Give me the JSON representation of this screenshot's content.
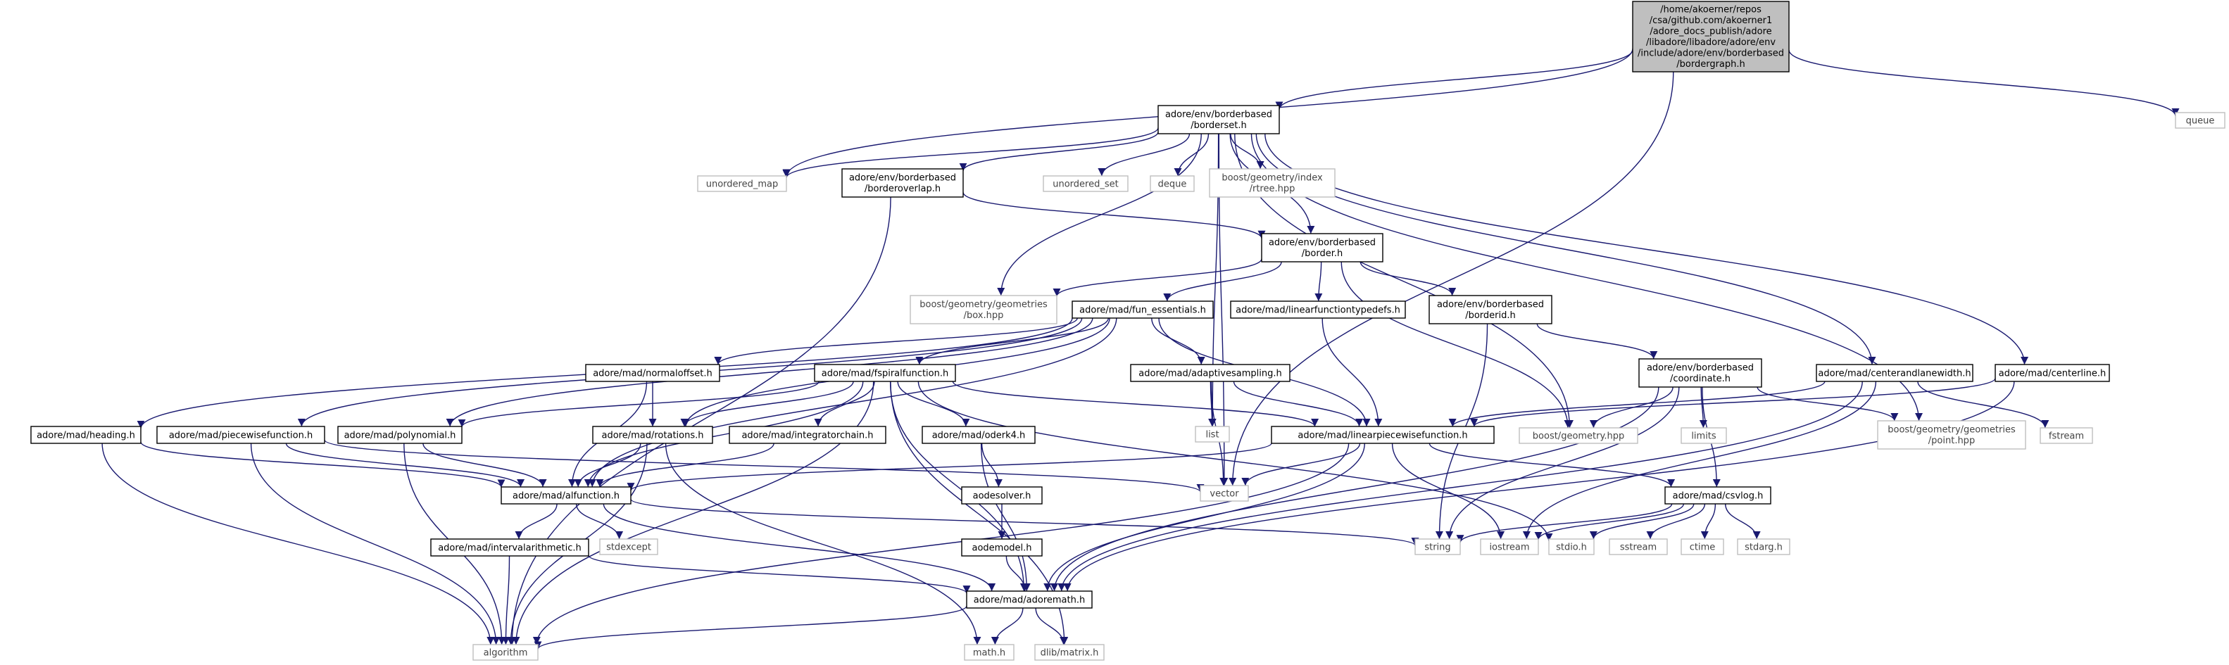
{
  "colors": {
    "edge": "#191970",
    "local_border": "#000000",
    "external_border": "#bfbfbf",
    "external_text": "#444444",
    "root_fill": "#bfbfbf",
    "node_fill": "#ffffff"
  },
  "nodes": [
    {
      "id": "root",
      "kind": "root",
      "lines": [
        "/home/akoerner/repos",
        "/csa/github.com/akoerner1",
        "/adore_docs_publish/adore",
        "/libadore/libadore/adore/env",
        "/include/adore/env/borderbased",
        "/bordergraph.h"
      ]
    },
    {
      "id": "borderset",
      "kind": "local",
      "lines": [
        "adore/env/borderbased",
        "/borderset.h"
      ]
    },
    {
      "id": "queue",
      "kind": "external",
      "lines": [
        "queue"
      ]
    },
    {
      "id": "unordered_map",
      "kind": "external",
      "lines": [
        "unordered_map"
      ]
    },
    {
      "id": "borderoverlap",
      "kind": "local",
      "lines": [
        "adore/env/borderbased",
        "/borderoverlap.h"
      ]
    },
    {
      "id": "unordered_set",
      "kind": "external",
      "lines": [
        "unordered_set"
      ]
    },
    {
      "id": "deque",
      "kind": "external",
      "lines": [
        "deque"
      ]
    },
    {
      "id": "rtree",
      "kind": "external",
      "lines": [
        "boost/geometry/index",
        "/rtree.hpp"
      ]
    },
    {
      "id": "border",
      "kind": "local",
      "lines": [
        "adore/env/borderbased",
        "/border.h"
      ]
    },
    {
      "id": "box",
      "kind": "external",
      "lines": [
        "boost/geometry/geometries",
        "/box.hpp"
      ]
    },
    {
      "id": "fun_essentials",
      "kind": "local",
      "lines": [
        "adore/mad/fun_essentials.h"
      ]
    },
    {
      "id": "lftypedefs",
      "kind": "local",
      "lines": [
        "adore/mad/linearfunctiontypedefs.h"
      ]
    },
    {
      "id": "borderid",
      "kind": "local",
      "lines": [
        "adore/env/borderbased",
        "/borderid.h"
      ]
    },
    {
      "id": "coordinate",
      "kind": "local",
      "lines": [
        "adore/env/borderbased",
        "/coordinate.h"
      ]
    },
    {
      "id": "centerandlanewidth",
      "kind": "local",
      "lines": [
        "adore/mad/centerandlanewidth.h"
      ]
    },
    {
      "id": "centerline",
      "kind": "local",
      "lines": [
        "adore/mad/centerline.h"
      ]
    },
    {
      "id": "normaloffset",
      "kind": "local",
      "lines": [
        "adore/mad/normaloffset.h"
      ]
    },
    {
      "id": "fspiral",
      "kind": "local",
      "lines": [
        "adore/mad/fspiralfunction.h"
      ]
    },
    {
      "id": "adaptive",
      "kind": "local",
      "lines": [
        "adore/mad/adaptivesampling.h"
      ]
    },
    {
      "id": "heading",
      "kind": "local",
      "lines": [
        "adore/mad/heading.h"
      ]
    },
    {
      "id": "piecewise",
      "kind": "local",
      "lines": [
        "adore/mad/piecewisefunction.h"
      ]
    },
    {
      "id": "polynomial",
      "kind": "local",
      "lines": [
        "adore/mad/polynomial.h"
      ]
    },
    {
      "id": "rotations",
      "kind": "local",
      "lines": [
        "adore/mad/rotations.h"
      ]
    },
    {
      "id": "integratorchain",
      "kind": "local",
      "lines": [
        "adore/mad/integratorchain.h"
      ]
    },
    {
      "id": "oderk4",
      "kind": "local",
      "lines": [
        "adore/mad/oderk4.h"
      ]
    },
    {
      "id": "list",
      "kind": "external",
      "lines": [
        "list"
      ]
    },
    {
      "id": "linpiece",
      "kind": "local",
      "lines": [
        "adore/mad/linearpiecewisefunction.h"
      ]
    },
    {
      "id": "boostgeom",
      "kind": "external",
      "lines": [
        "boost/geometry.hpp"
      ]
    },
    {
      "id": "limits",
      "kind": "external",
      "lines": [
        "limits"
      ]
    },
    {
      "id": "point",
      "kind": "external",
      "lines": [
        "boost/geometry/geometries",
        "/point.hpp"
      ]
    },
    {
      "id": "fstream",
      "kind": "external",
      "lines": [
        "fstream"
      ]
    },
    {
      "id": "alfunction",
      "kind": "local",
      "lines": [
        "adore/mad/alfunction.h"
      ]
    },
    {
      "id": "vector",
      "kind": "external",
      "lines": [
        "vector"
      ]
    },
    {
      "id": "csvlog",
      "kind": "local",
      "lines": [
        "adore/mad/csvlog.h"
      ]
    },
    {
      "id": "aodesolver",
      "kind": "local",
      "lines": [
        "aodesolver.h"
      ]
    },
    {
      "id": "intervalarith",
      "kind": "local",
      "lines": [
        "adore/mad/intervalarithmetic.h"
      ]
    },
    {
      "id": "stdexcept",
      "kind": "external",
      "lines": [
        "stdexcept"
      ]
    },
    {
      "id": "string",
      "kind": "external",
      "lines": [
        "string"
      ]
    },
    {
      "id": "iostream",
      "kind": "external",
      "lines": [
        "iostream"
      ]
    },
    {
      "id": "stdio",
      "kind": "external",
      "lines": [
        "stdio.h"
      ]
    },
    {
      "id": "sstream",
      "kind": "external",
      "lines": [
        "sstream"
      ]
    },
    {
      "id": "ctime",
      "kind": "external",
      "lines": [
        "ctime"
      ]
    },
    {
      "id": "stdarg",
      "kind": "external",
      "lines": [
        "stdarg.h"
      ]
    },
    {
      "id": "aodemodel",
      "kind": "local",
      "lines": [
        "aodemodel.h"
      ]
    },
    {
      "id": "adoremath",
      "kind": "local",
      "lines": [
        "adore/mad/adoremath.h"
      ]
    },
    {
      "id": "algorithm",
      "kind": "external",
      "lines": [
        "algorithm"
      ]
    },
    {
      "id": "mathh",
      "kind": "external",
      "lines": [
        "math.h"
      ]
    },
    {
      "id": "dlibmatrix",
      "kind": "external",
      "lines": [
        "dlib/matrix.h"
      ]
    }
  ],
  "edges": [
    [
      "root",
      "borderset"
    ],
    [
      "root",
      "queue"
    ],
    [
      "root",
      "unordered_map"
    ],
    [
      "root",
      "vector"
    ],
    [
      "borderset",
      "unordered_map"
    ],
    [
      "borderset",
      "borderoverlap"
    ],
    [
      "borderset",
      "unordered_set"
    ],
    [
      "borderset",
      "deque"
    ],
    [
      "borderset",
      "rtree"
    ],
    [
      "borderset",
      "border"
    ],
    [
      "borderset",
      "box"
    ],
    [
      "borderset",
      "list"
    ],
    [
      "borderset",
      "vector"
    ],
    [
      "borderset",
      "boostgeom"
    ],
    [
      "borderset",
      "centerandlanewidth"
    ],
    [
      "borderset",
      "centerline"
    ],
    [
      "borderset",
      "point"
    ],
    [
      "borderoverlap",
      "border"
    ],
    [
      "borderoverlap",
      "algorithm"
    ],
    [
      "border",
      "box"
    ],
    [
      "border",
      "fun_essentials"
    ],
    [
      "border",
      "lftypedefs"
    ],
    [
      "border",
      "borderid"
    ],
    [
      "border",
      "boostgeom"
    ],
    [
      "fun_essentials",
      "normaloffset"
    ],
    [
      "fun_essentials",
      "fspiral"
    ],
    [
      "fun_essentials",
      "adaptive"
    ],
    [
      "fun_essentials",
      "heading"
    ],
    [
      "fun_essentials",
      "piecewise"
    ],
    [
      "fun_essentials",
      "polynomial"
    ],
    [
      "fun_essentials",
      "rotations"
    ],
    [
      "fun_essentials",
      "alfunction"
    ],
    [
      "fun_essentials",
      "linpiece"
    ],
    [
      "lftypedefs",
      "linpiece"
    ],
    [
      "borderid",
      "coordinate"
    ],
    [
      "borderid",
      "string"
    ],
    [
      "coordinate",
      "boostgeom"
    ],
    [
      "coordinate",
      "limits"
    ],
    [
      "coordinate",
      "csvlog"
    ],
    [
      "coordinate",
      "string"
    ],
    [
      "coordinate",
      "adoremath"
    ],
    [
      "coordinate",
      "point"
    ],
    [
      "centerandlanewidth",
      "linpiece"
    ],
    [
      "centerandlanewidth",
      "fstream"
    ],
    [
      "centerandlanewidth",
      "iostream"
    ],
    [
      "centerandlanewidth",
      "adoremath"
    ],
    [
      "centerline",
      "linpiece"
    ],
    [
      "centerline",
      "adoremath"
    ],
    [
      "normaloffset",
      "rotations"
    ],
    [
      "normaloffset",
      "alfunction"
    ],
    [
      "fspiral",
      "polynomial"
    ],
    [
      "fspiral",
      "rotations"
    ],
    [
      "fspiral",
      "integratorchain"
    ],
    [
      "fspiral",
      "oderk4"
    ],
    [
      "fspiral",
      "linpiece"
    ],
    [
      "fspiral",
      "alfunction"
    ],
    [
      "fspiral",
      "algorithm"
    ],
    [
      "fspiral",
      "adoremath"
    ],
    [
      "fspiral",
      "dlibmatrix"
    ],
    [
      "fspiral",
      "stdio"
    ],
    [
      "adaptive",
      "list"
    ],
    [
      "adaptive",
      "vector"
    ],
    [
      "adaptive",
      "linpiece"
    ],
    [
      "heading",
      "alfunction"
    ],
    [
      "heading",
      "algorithm"
    ],
    [
      "piecewise",
      "alfunction"
    ],
    [
      "piecewise",
      "vector"
    ],
    [
      "piecewise",
      "algorithm"
    ],
    [
      "polynomial",
      "alfunction"
    ],
    [
      "polynomial",
      "algorithm"
    ],
    [
      "rotations",
      "alfunction"
    ],
    [
      "rotations",
      "algorithm"
    ],
    [
      "rotations",
      "mathh"
    ],
    [
      "integratorchain",
      "alfunction"
    ],
    [
      "oderk4",
      "aodesolver"
    ],
    [
      "oderk4",
      "adoremath"
    ],
    [
      "linpiece",
      "alfunction"
    ],
    [
      "linpiece",
      "vector"
    ],
    [
      "linpiece",
      "csvlog"
    ],
    [
      "linpiece",
      "iostream"
    ],
    [
      "linpiece",
      "adoremath"
    ],
    [
      "linpiece",
      "algorithm"
    ],
    [
      "alfunction",
      "intervalarith"
    ],
    [
      "alfunction",
      "stdexcept"
    ],
    [
      "alfunction",
      "string"
    ],
    [
      "alfunction",
      "adoremath"
    ],
    [
      "csvlog",
      "string"
    ],
    [
      "csvlog",
      "iostream"
    ],
    [
      "csvlog",
      "stdio"
    ],
    [
      "csvlog",
      "sstream"
    ],
    [
      "csvlog",
      "ctime"
    ],
    [
      "csvlog",
      "stdarg"
    ],
    [
      "aodesolver",
      "aodemodel"
    ],
    [
      "aodemodel",
      "adoremath"
    ],
    [
      "intervalarith",
      "algorithm"
    ],
    [
      "intervalarith",
      "adoremath"
    ],
    [
      "adoremath",
      "algorithm"
    ],
    [
      "adoremath",
      "mathh"
    ],
    [
      "adoremath",
      "dlibmatrix"
    ]
  ]
}
